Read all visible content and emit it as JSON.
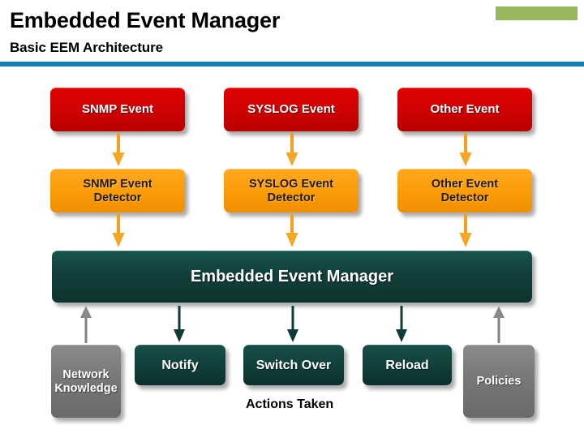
{
  "header": {
    "title": "Embedded Event Manager",
    "subtitle": "Basic EEM Architecture",
    "accent_green": "#97b95c",
    "accent_blue": "#1380b4"
  },
  "diagram": {
    "type": "flow-architecture",
    "colors": {
      "event": "#d20202",
      "detector": "#fb9e0b",
      "manager": "#10403b",
      "action": "#10403b",
      "store": "#787878",
      "arrow_orange": "#f2a01e",
      "arrow_teal": "#0e3b37",
      "arrow_gray": "#808080"
    },
    "events": [
      {
        "id": "snmp-event",
        "label": "SNMP Event"
      },
      {
        "id": "syslog-event",
        "label": "SYSLOG Event"
      },
      {
        "id": "other-event",
        "label": "Other Event"
      }
    ],
    "detectors": [
      {
        "id": "snmp-event-detector",
        "line1": "SNMP Event",
        "line2": "Detector"
      },
      {
        "id": "syslog-event-detector",
        "line1": "SYSLOG Event",
        "line2": "Detector"
      },
      {
        "id": "other-event-detector",
        "line1": "Other Event",
        "line2": "Detector"
      }
    ],
    "manager": {
      "id": "embedded-event-manager",
      "label": "Embedded Event Manager"
    },
    "actions_label": "Actions Taken",
    "actions": [
      {
        "id": "notify",
        "label": "Notify"
      },
      {
        "id": "switch-over",
        "label": "Switch Over"
      },
      {
        "id": "reload",
        "label": "Reload"
      }
    ],
    "stores": [
      {
        "id": "network-knowledge",
        "line1": "Network",
        "line2": "Knowledge"
      },
      {
        "id": "policies",
        "line1": "Policies",
        "line2": ""
      }
    ]
  }
}
